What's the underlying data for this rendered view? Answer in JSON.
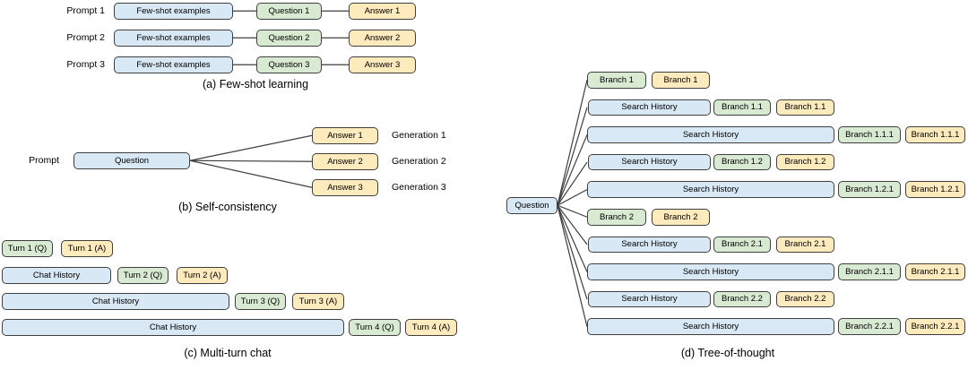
{
  "colors": {
    "history_fill": "#d8e8f5",
    "question_fill": "#d9ead2",
    "answer_fill": "#fdeabd",
    "border": "#3f3f3f"
  },
  "panels": {
    "few_shot": {
      "caption": "(a) Few-shot learning",
      "rows": [
        {
          "side_label": "Prompt 1",
          "history": "Few-shot examples",
          "q": "Question 1",
          "a": "Answer 1"
        },
        {
          "side_label": "Prompt 2",
          "history": "Few-shot examples",
          "q": "Question 2",
          "a": "Answer 2"
        },
        {
          "side_label": "Prompt 3",
          "history": "Few-shot examples",
          "q": "Question 3",
          "a": "Answer 3"
        }
      ]
    },
    "self_consistency": {
      "caption": "(b) Self-consistency",
      "side_label": "Prompt",
      "question": "Question",
      "rows": [
        {
          "answer": "Answer 1",
          "generation": "Generation 1"
        },
        {
          "answer": "Answer 2",
          "generation": "Generation 2"
        },
        {
          "answer": "Answer 3",
          "generation": "Generation 3"
        }
      ]
    },
    "multi_turn": {
      "caption": "(c) Multi-turn chat",
      "rows": [
        {
          "history": null,
          "q": "Turn 1 (Q)",
          "a": "Turn 1 (A)"
        },
        {
          "history": "Chat History",
          "q": "Turn 2 (Q)",
          "a": "Turn 2 (A)"
        },
        {
          "history": "Chat History",
          "q": "Turn 3 (Q)",
          "a": "Turn 3 (A)"
        },
        {
          "history": "Chat History",
          "q": "Turn 4 (Q)",
          "a": "Turn 4 (A)"
        }
      ]
    },
    "tree_of_thought": {
      "caption": "(d) Tree-of-thought",
      "root": "Question",
      "rows": [
        {
          "type": "branch",
          "history": null,
          "q": "Branch 1",
          "a": "Branch 1"
        },
        {
          "type": "short",
          "history": "Search History",
          "q": "Branch 1.1",
          "a": "Branch 1.1"
        },
        {
          "type": "long",
          "history": "Search History",
          "q": "Branch 1.1.1",
          "a": "Branch 1.1.1"
        },
        {
          "type": "short",
          "history": "Search History",
          "q": "Branch 1.2",
          "a": "Branch 1.2"
        },
        {
          "type": "long",
          "history": "Search History",
          "q": "Branch 1.2.1",
          "a": "Branch 1.2.1"
        },
        {
          "type": "branch",
          "history": null,
          "q": "Branch 2",
          "a": "Branch 2"
        },
        {
          "type": "short",
          "history": "Search History",
          "q": "Branch 2.1",
          "a": "Branch 2.1"
        },
        {
          "type": "long",
          "history": "Search History",
          "q": "Branch 2.1.1",
          "a": "Branch 2.1.1"
        },
        {
          "type": "short",
          "history": "Search History",
          "q": "Branch 2.2",
          "a": "Branch 2.2"
        },
        {
          "type": "long",
          "history": "Search History",
          "q": "Branch 2.2.1",
          "a": "Branch 2.2.1"
        }
      ]
    }
  }
}
